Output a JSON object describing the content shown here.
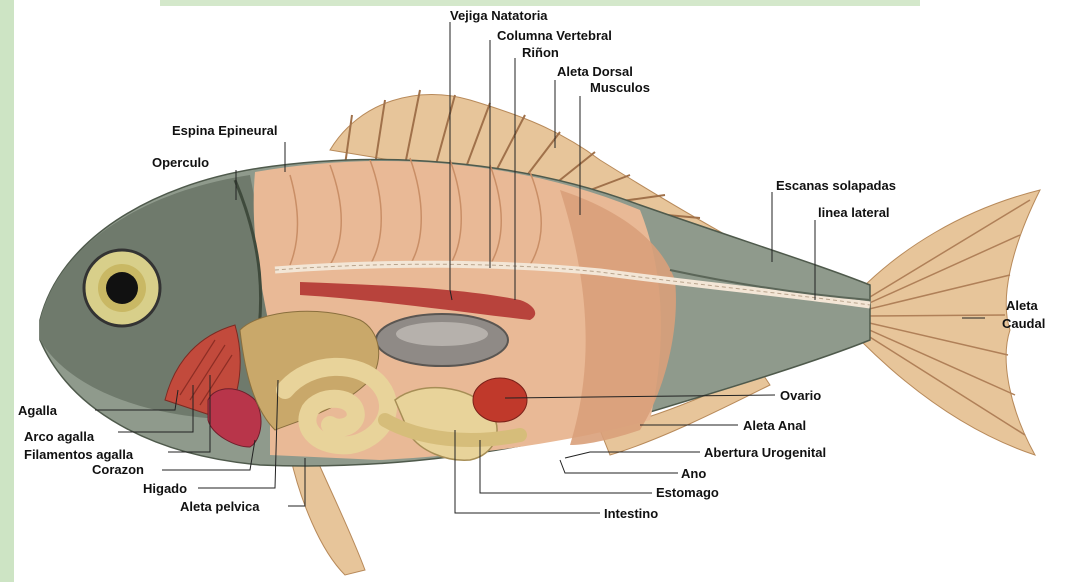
{
  "labels": {
    "vejiga_natatoria": "Vejiga Natatoria",
    "columna_vertebral": "Columna Vertebral",
    "rinon": "Riñon",
    "aleta_dorsal": "Aleta Dorsal",
    "musculos": "Musculos",
    "espina_epineural": "Espina Epineural",
    "operculo": "Operculo",
    "escamas_solapadas": "Escanas solapadas",
    "linea_lateral": "linea lateral",
    "aleta": "Aleta",
    "caudal": "Caudal",
    "ovario": "Ovario",
    "aleta_anal": "Aleta Anal",
    "abertura_urogenital": "Abertura Urogenital",
    "ano": "Ano",
    "estomago": "Estomago",
    "intestino": "Intestino",
    "agalla": "Agalla",
    "arco_agalla": "Arco agalla",
    "filamentos_agalla": "Filamentos agalla",
    "corazon": "Corazon",
    "higado": "Higado",
    "aleta_pelvica": "Aleta pelvica"
  },
  "colors": {
    "background": "#ffffff",
    "border_green": "#9cc98a",
    "scales": "#8f9a8c",
    "head": "#6f7a6c",
    "muscle": "#e9b996",
    "muscle_dark": "#d9a07a",
    "fin": "#e7c59a",
    "liver": "#c9a86a",
    "gill": "#c24a3c",
    "heart": "#b8354a",
    "ovary": "#c0392b",
    "intestine": "#e8d39a",
    "bladder": "#8f8a86",
    "leader": "#222222"
  }
}
